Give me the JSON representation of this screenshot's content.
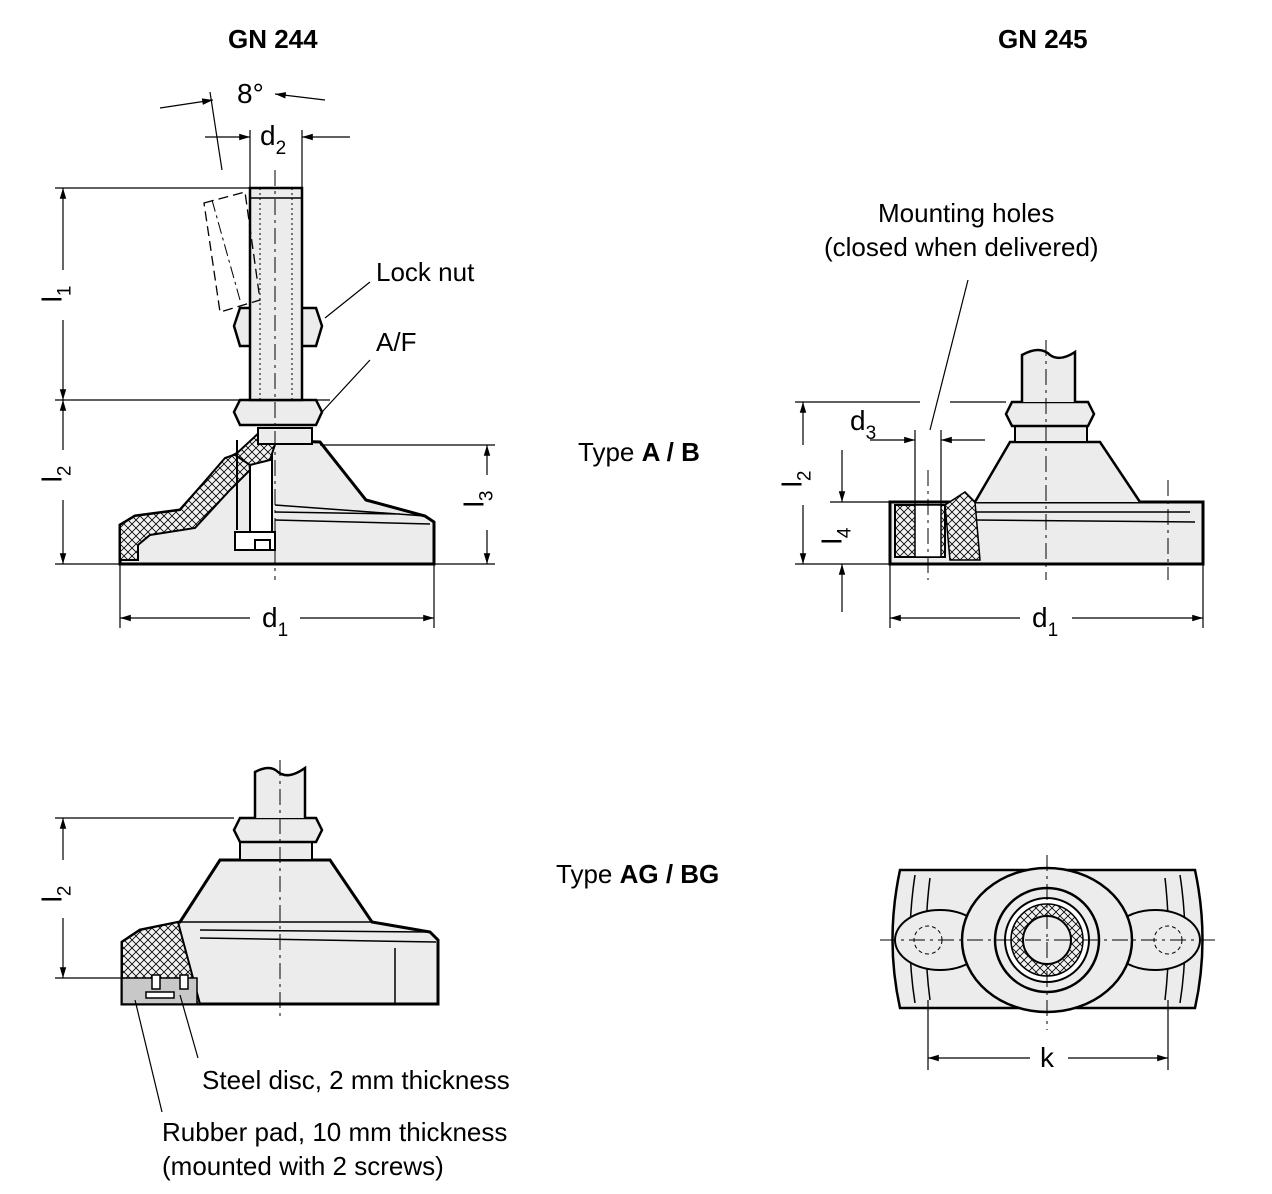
{
  "titles": {
    "left": "GN 244",
    "right": "GN 245"
  },
  "types": {
    "ab": {
      "prefix": "Type ",
      "bold": "A / B"
    },
    "agbg": {
      "prefix": "Type ",
      "bold": "AG / BG"
    }
  },
  "callouts": {
    "lock_nut": "Lock nut",
    "af": "A/F",
    "mounting_holes_1": "Mounting holes",
    "mounting_holes_2": "(closed when delivered)",
    "steel_disc": "Steel disc, 2 mm thickness",
    "rubber_pad_1": "Rubber pad, 10 mm thickness",
    "rubber_pad_2": "(mounted with 2 screws)"
  },
  "dimensions": {
    "angle": "8°",
    "d2": {
      "base": "d",
      "sub": "2"
    },
    "l1": {
      "base": "l",
      "sub": "1"
    },
    "l2": {
      "base": "l",
      "sub": "2"
    },
    "l3": {
      "base": "l",
      "sub": "3"
    },
    "l4": {
      "base": "l",
      "sub": "4"
    },
    "d1": {
      "base": "d",
      "sub": "1"
    },
    "d3": {
      "base": "d",
      "sub": "3"
    },
    "k": "k"
  },
  "colors": {
    "line": "#000000",
    "fill": "#ececec",
    "rubber": "#c8c8c8"
  }
}
